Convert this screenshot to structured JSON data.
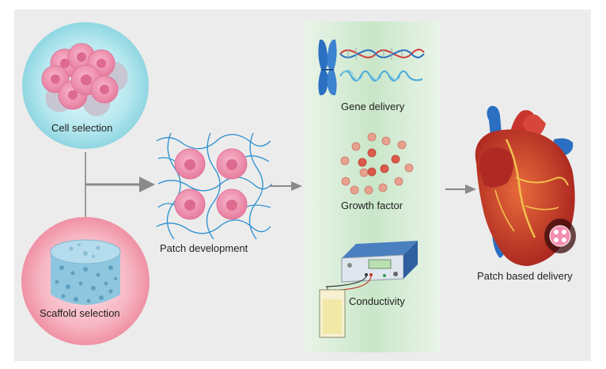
{
  "labels": {
    "cell_selection": "Cell selection",
    "scaffold_selection": "Scaffold selection",
    "patch_development": "Patch development",
    "gene_delivery": "Gene delivery",
    "growth_factor": "Growth factor",
    "conductivity": "Conductivity",
    "patch_based_delivery": "Patch based delivery"
  },
  "colors": {
    "background_panel": "#ececec",
    "cell_halo": "#9fdde6",
    "cell_pink": "#f28fb0",
    "scaffold_halo": "#f5a3b3",
    "scaffold_blue": "#8fc6df",
    "mesh_blue": "#2a8fd0",
    "green_panel": "#cfe9cf",
    "arrow_gray": "#8a8a8a",
    "growth_particle": "#e07a6e",
    "heart_red": "#c8342d",
    "aorta_blue": "#2a6fc1"
  },
  "icons": [
    "cell-cluster-icon",
    "scaffold-icon",
    "patch-mesh-icon",
    "chromosome-icon",
    "dna-helix-icon",
    "growth-particles-icon",
    "power-supply-icon",
    "heart-icon"
  ]
}
